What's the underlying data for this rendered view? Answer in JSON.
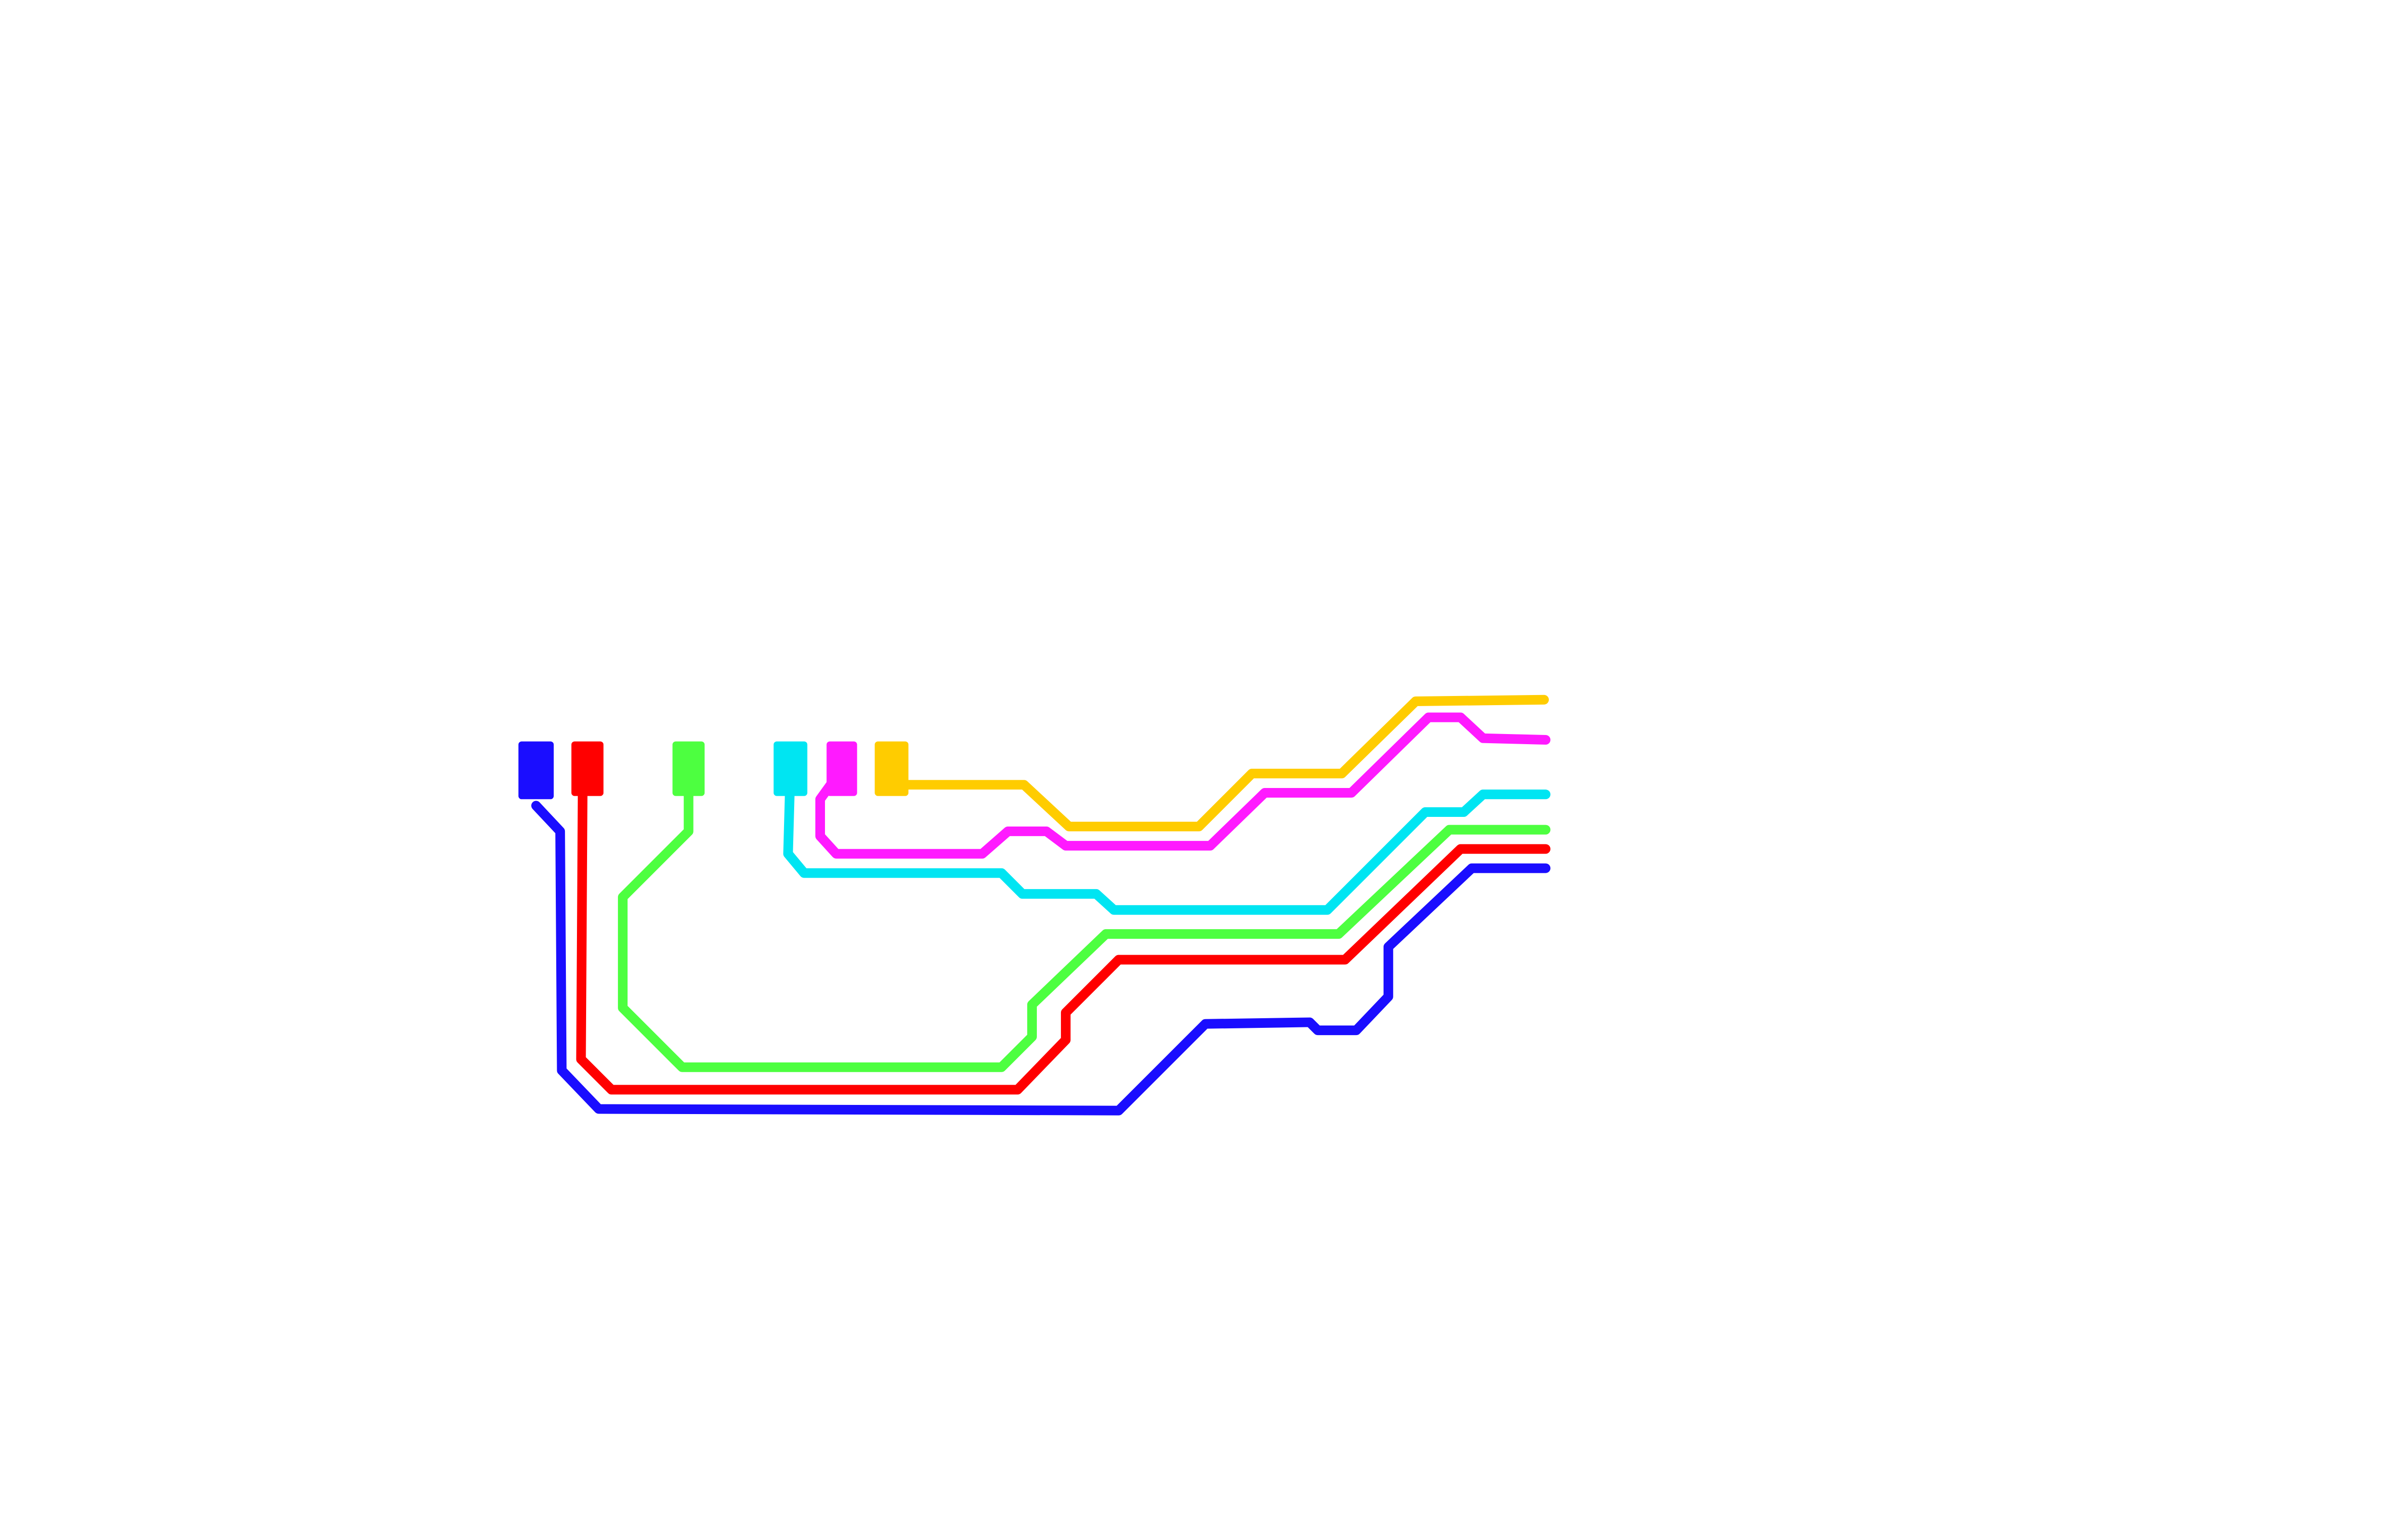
{
  "diagram": {
    "background": "#ffffff",
    "traces": [
      {
        "id": "blue",
        "color": "#1a0dff"
      },
      {
        "id": "red",
        "color": "#ff0000"
      },
      {
        "id": "green",
        "color": "#4dff40"
      },
      {
        "id": "cyan",
        "color": "#00e5f2"
      },
      {
        "id": "magenta",
        "color": "#ff1aff"
      },
      {
        "id": "yellow",
        "color": "#ffcc00"
      }
    ]
  }
}
